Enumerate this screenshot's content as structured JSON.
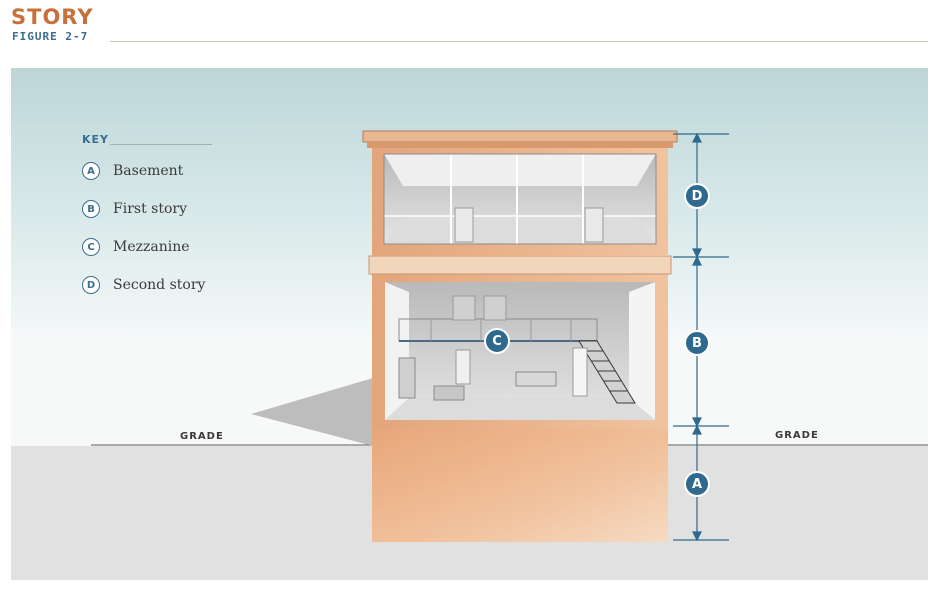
{
  "header": {
    "title": "STORY",
    "subtitle": "FIGURE 2-7"
  },
  "key": {
    "title": "KEY",
    "items": [
      {
        "letter": "A",
        "label": "Basement"
      },
      {
        "letter": "B",
        "label": "First story"
      },
      {
        "letter": "C",
        "label": "Mezzanine"
      },
      {
        "letter": "D",
        "label": "Second story"
      }
    ]
  },
  "grade_labels": {
    "left": "GRADE",
    "right": "GRADE"
  },
  "dimension_badges": {
    "a": "A",
    "b": "B",
    "c": "C",
    "d": "D"
  },
  "colors": {
    "accent_orange": "#c8703a",
    "accent_blue": "#2f6a8e",
    "sky": "#c4dcde",
    "ground": "#e3e3e3"
  }
}
